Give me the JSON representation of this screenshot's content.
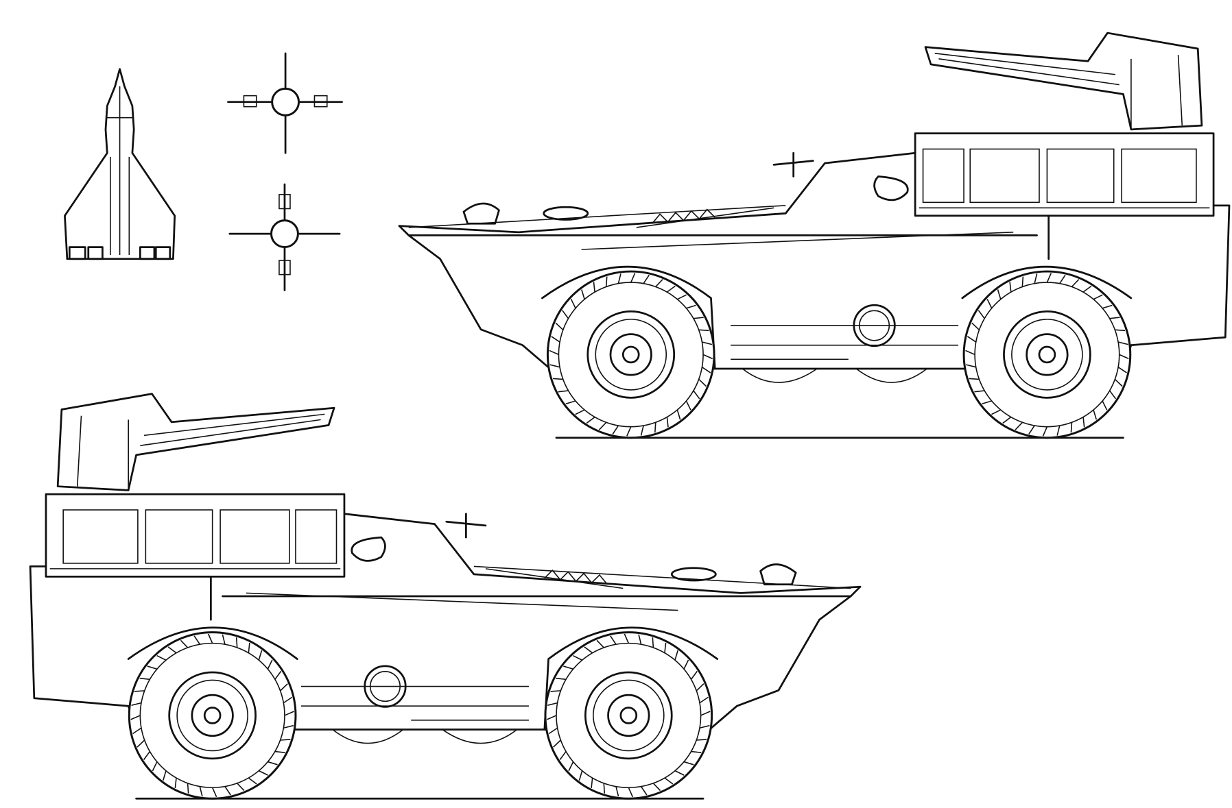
{
  "drawing": {
    "stroke_color": "#111111",
    "background": "#ffffff",
    "elements": [
      "missile-side-view",
      "missile-front-view",
      "missile-rear-view",
      "vehicle-side-view-left-facing",
      "vehicle-side-view-right-facing"
    ]
  }
}
